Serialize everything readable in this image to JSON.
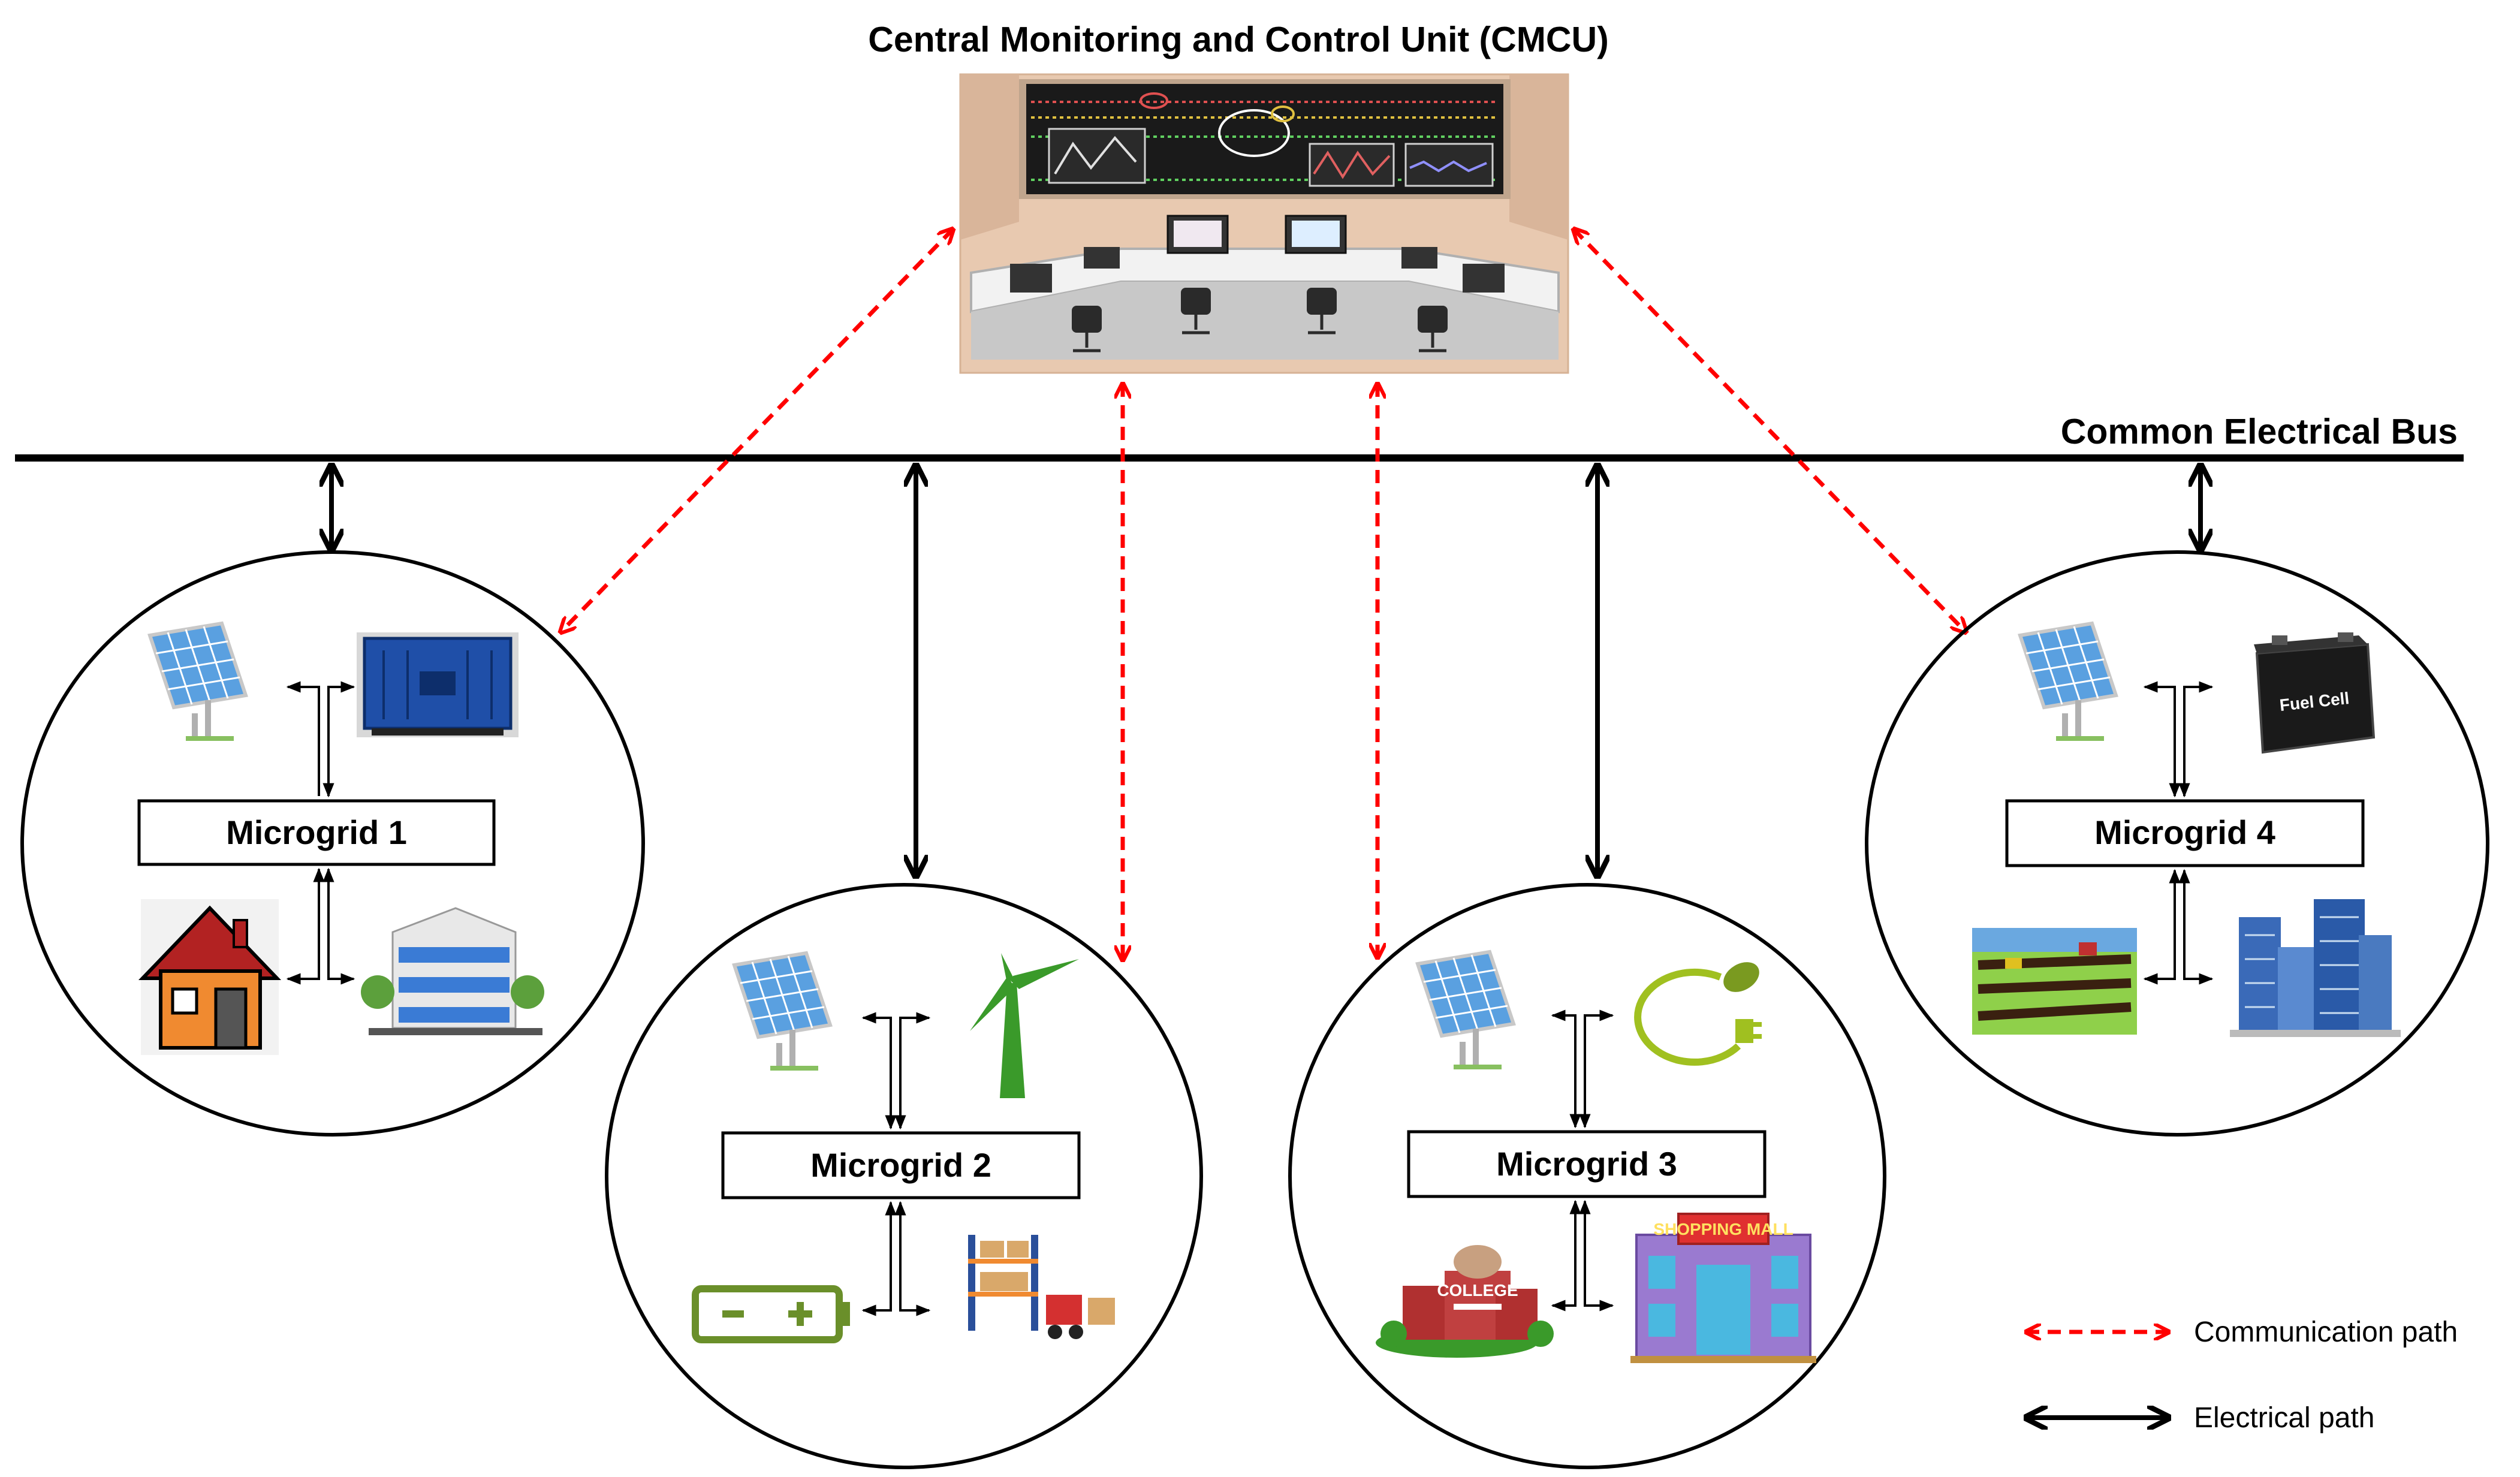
{
  "header": {
    "title": "Central Monitoring and Control Unit (CMCU)"
  },
  "bus": {
    "label": "Common Electrical Bus"
  },
  "microgrids": [
    {
      "label": "Microgrid 1",
      "sources": [
        "solar-panel-icon",
        "diesel-generator-icon"
      ],
      "loads": [
        "house-icon",
        "office-building-icon"
      ]
    },
    {
      "label": "Microgrid 2",
      "sources": [
        "solar-panel-icon",
        "wind-turbine-icon"
      ],
      "loads": [
        "battery-icon",
        "warehouse-icon"
      ]
    },
    {
      "label": "Microgrid 3",
      "sources": [
        "solar-panel-icon",
        "eco-plug-icon"
      ],
      "loads": [
        "college-icon",
        "shopping-mall-icon"
      ]
    },
    {
      "label": "Microgrid 4",
      "sources": [
        "solar-panel-icon",
        "fuel-cell-icon"
      ],
      "loads": [
        "farm-field-icon",
        "skyscraper-icon"
      ]
    }
  ],
  "icons": {
    "fuel_cell_text": "Fuel Cell",
    "college_text": "COLLEGE",
    "mall_text": "SHOPPING MALL"
  },
  "legend": {
    "communication": "Communication path",
    "electrical": "Electrical path"
  },
  "colors": {
    "communication": "#ff0000",
    "electrical": "#000000",
    "room_wall": "#e8c9b0",
    "screen": "#1a1a1a"
  }
}
